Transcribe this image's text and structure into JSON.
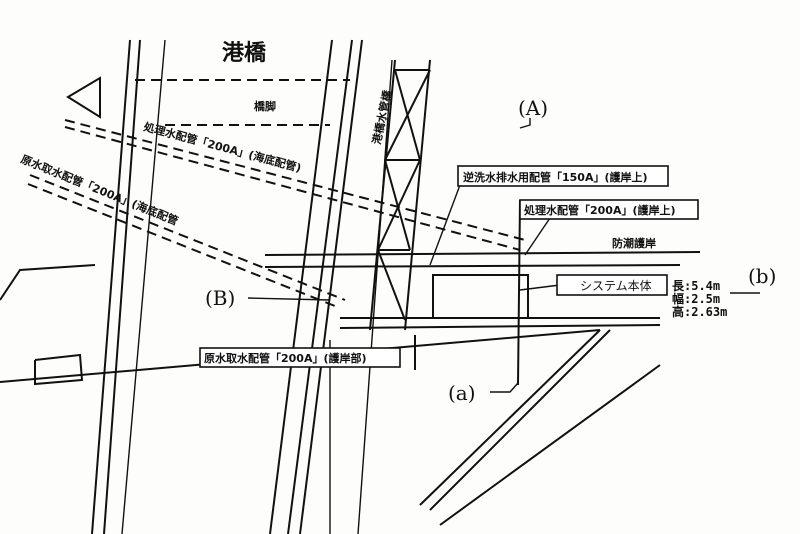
{
  "labels": {
    "bridge": "港橋",
    "pier": "橋脚",
    "water_pipe_bridge": "港橋水管橋",
    "treated_pipe_seabed": "処理水配管「200A」(海底配管)",
    "raw_pipe_seabed": "原水取水配管「200A」(海底配管",
    "backwash_pipe": "逆洗水排水用配管「150A」(護岸上)",
    "treated_pipe_revetment": "処理水配管「200A」(護岸上)",
    "seawall": "防潮護岸",
    "system_body": "システム本体",
    "raw_pipe_revetment": "原水取水配管「200A」(護岸部)"
  },
  "dimensions": {
    "length": "長:5.4m",
    "width": "幅:2.5m",
    "height": "高:2.63m"
  },
  "markers": {
    "A": "(A)",
    "B": "(B)",
    "a": "(a)",
    "b": "(b)"
  }
}
